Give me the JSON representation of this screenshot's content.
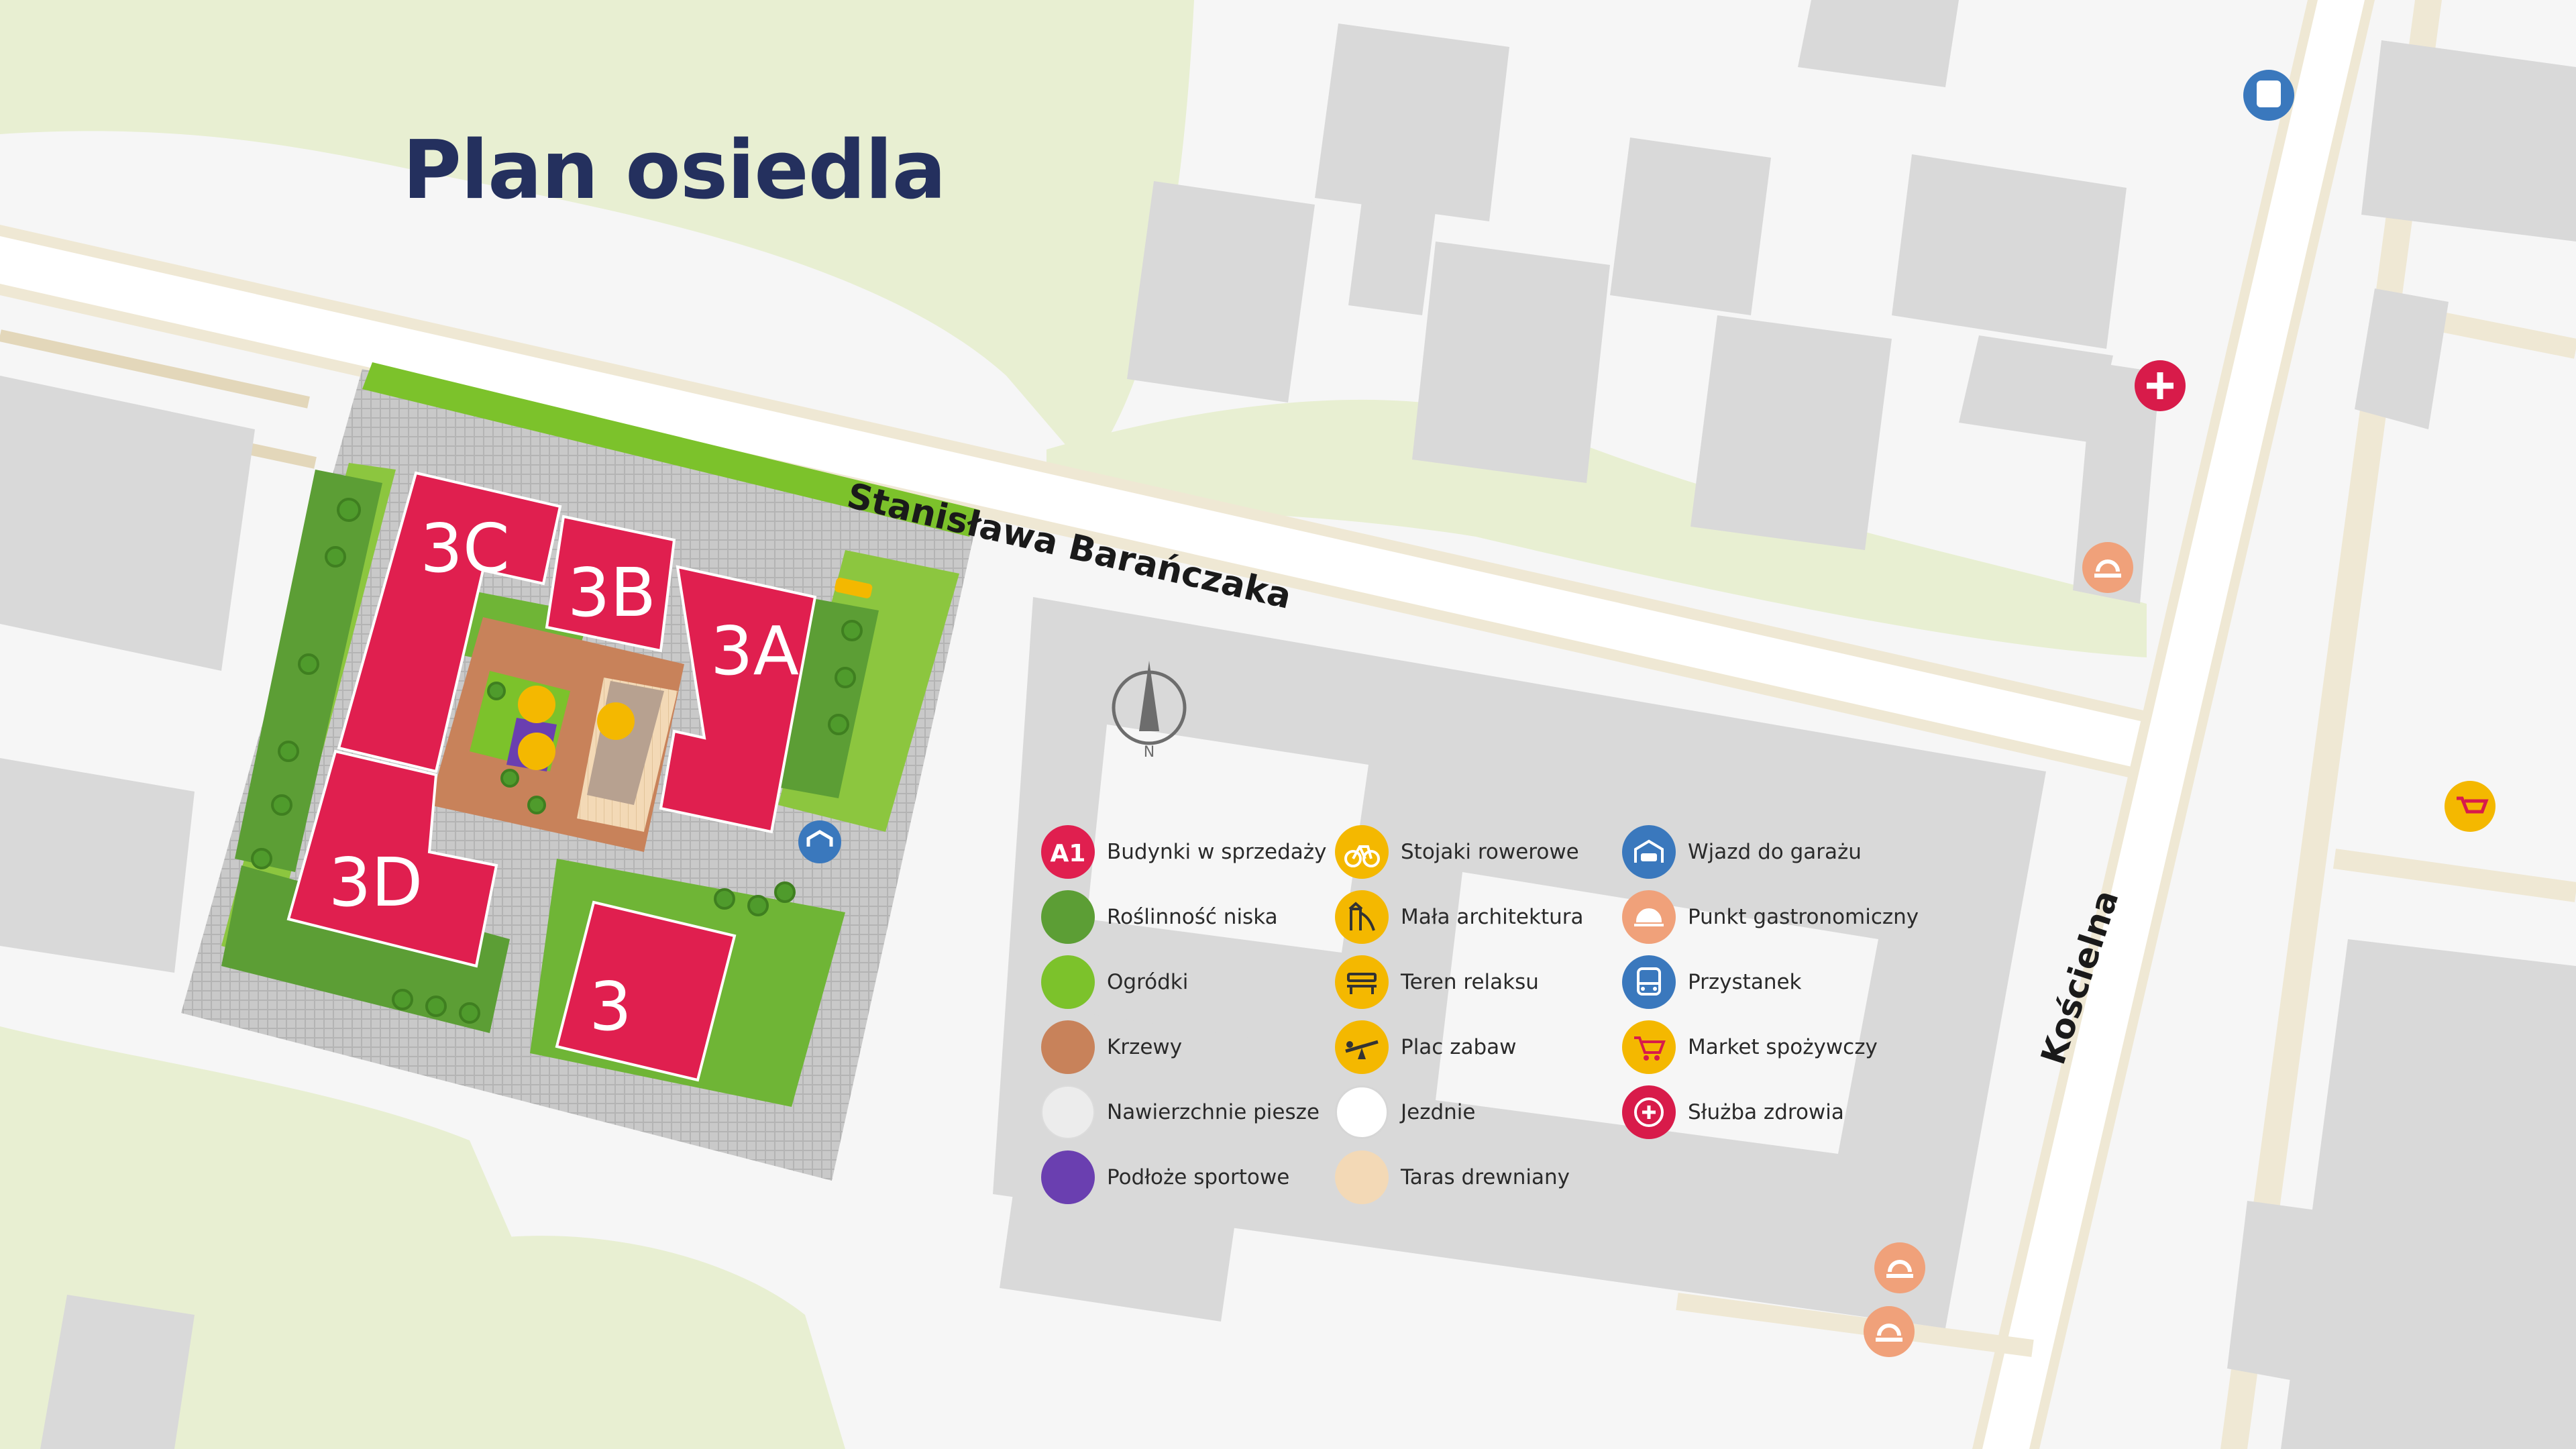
{
  "title": "Plan osiedla",
  "streets": {
    "main": "Stanisława Barańczaka",
    "side": "Kościelna"
  },
  "compass_letter": "N",
  "buildings": [
    {
      "id": "3C",
      "label": "3C"
    },
    {
      "id": "3B",
      "label": "3B"
    },
    {
      "id": "3A",
      "label": "3A"
    },
    {
      "id": "3D",
      "label": "3D"
    },
    {
      "id": "3",
      "label": "3"
    }
  ],
  "legend": {
    "col1": [
      {
        "label": "Budynki w sprzedaży",
        "icon": "building-for-sale-icon",
        "badge": "A1",
        "color": "#e01f4f"
      },
      {
        "label": "Roślinność niska",
        "icon": "low-vegetation-swatch",
        "color": "#5c9e35"
      },
      {
        "label": "Ogródki",
        "icon": "gardens-swatch",
        "color": "#7cc22b"
      },
      {
        "label": "Krzewy",
        "icon": "shrubs-swatch",
        "color": "#c8825a"
      },
      {
        "label": "Nawierzchnie piesze",
        "icon": "pedestrian-surface-swatch",
        "color": "#e3e3e3"
      },
      {
        "label": "Podłoże sportowe",
        "icon": "sports-surface-swatch",
        "color": "#6a3fb0"
      }
    ],
    "col2": [
      {
        "label": "Stojaki rowerowe",
        "icon": "bicycle-icon",
        "color": "#f4b800"
      },
      {
        "label": "Mała architektura",
        "icon": "playground-slide-icon",
        "color": "#f4b800"
      },
      {
        "label": "Teren relaksu",
        "icon": "bench-icon",
        "color": "#f4b800"
      },
      {
        "label": "Plac zabaw",
        "icon": "seesaw-icon",
        "color": "#f4b800"
      },
      {
        "label": "Jezdnie",
        "icon": "roadway-swatch",
        "color": "#ffffff"
      },
      {
        "label": "Taras drewniany",
        "icon": "wooden-terrace-swatch",
        "color": "#f3d9b6"
      }
    ],
    "col3": [
      {
        "label": "Wjazd do garażu",
        "icon": "garage-entrance-icon",
        "color": "#3a78bd"
      },
      {
        "label": "Punkt gastronomiczny",
        "icon": "food-point-icon",
        "color": "#f0a17a"
      },
      {
        "label": "Przystanek",
        "icon": "bus-stop-icon",
        "color": "#3a78bd"
      },
      {
        "label": "Market spożywczy",
        "icon": "grocery-cart-icon",
        "color": "#f4b800"
      },
      {
        "label": "Służba zdrowia",
        "icon": "health-cross-icon",
        "color": "#d81b4a"
      }
    ]
  },
  "colors": {
    "building": "#e01f4f",
    "park": "#e8efd2",
    "road": "#ffffff",
    "curb": "#e3d7ba",
    "block": "#d9d9d9",
    "title": "#24305e"
  }
}
